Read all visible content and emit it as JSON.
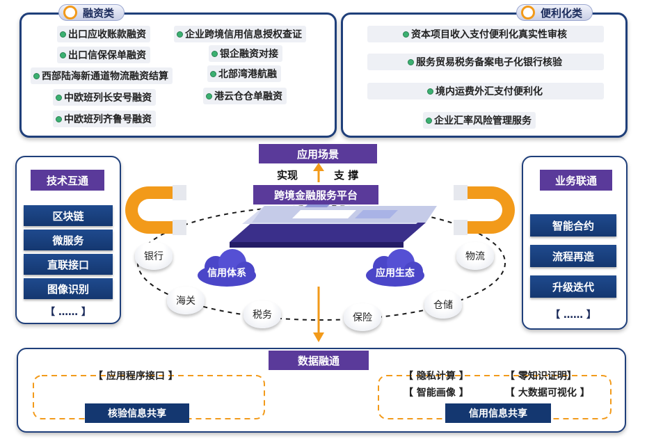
{
  "financing": {
    "title": "融资类",
    "items": [
      "出口应收账款融资",
      "企业跨境信用信息授权查证",
      "出口信保保单融资",
      "银企融资对接",
      "西部陆海新通道物流融资结算",
      "北部湾港航融",
      "中欧班列长安号融资",
      "港云仓仓单融资",
      "中欧班列齐鲁号融资"
    ]
  },
  "facilitation": {
    "title": "便利化类",
    "items": [
      "资本项目收入支付便利化真实性审核",
      "服务贸易税务备案电子化银行核验",
      "境内运费外汇支付便利化",
      "企业汇率风险管理服务"
    ]
  },
  "center": {
    "scenario": "应用场景",
    "realize": "实现",
    "support": "支 撑",
    "platform": "跨境金融服务平台",
    "ring_nodes": [
      "银行",
      "海关",
      "税务",
      "保险",
      "仓储",
      "物流"
    ],
    "clouds": [
      "信用体系",
      "应用生态"
    ]
  },
  "tech": {
    "title": "技术互通",
    "items": [
      "区块链",
      "微服务",
      "直联接口",
      "图像识别"
    ],
    "more": "【 …… 】"
  },
  "business": {
    "title": "业务联通",
    "items": [
      "智能合约",
      "流程再造",
      "升级迭代"
    ],
    "more": "【 …… 】"
  },
  "data": {
    "title": "数据融通",
    "left_items": [
      "【 应用程序接口 】"
    ],
    "left_label": "核验信息共享",
    "right_items": [
      "【 隐私计算 】",
      "【 零知识证明】",
      "【 智能画像 】",
      "【 大数据可视化 】"
    ],
    "right_label": "信用信息共享"
  },
  "colors": {
    "navy": "#1f3f7a",
    "purple": "#5a3a9a",
    "orange": "#f29a1a",
    "bullet_green": "#3bb071"
  }
}
